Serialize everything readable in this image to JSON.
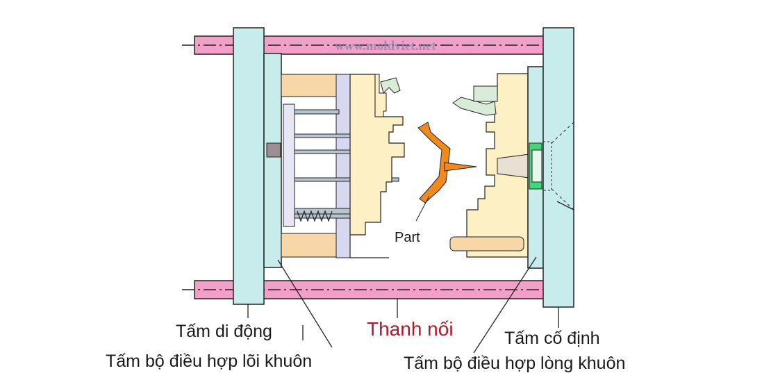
{
  "watermark": "www.moldviet.net",
  "labels": {
    "moving_plate": "Tấm di động",
    "core_adapter_plate": "Tấm bộ điều hợp lõi khuôn",
    "tie_bar": "Thanh nối",
    "fixed_plate": "Tấm cố định",
    "cavity_adapter_plate": "Tấm bộ điều hợp lòng khuôn",
    "part": "Part"
  },
  "colors": {
    "tie_bar": "#f2a0c8",
    "platen": "#c8ecec",
    "mold_block": "#fdf0c4",
    "support_block": "#f7d7a7",
    "ejector_plate": "#d7d7ef",
    "part": "#f08a1c",
    "sprue_bushing": "#41d878",
    "label_highlight": "#b2182b"
  }
}
